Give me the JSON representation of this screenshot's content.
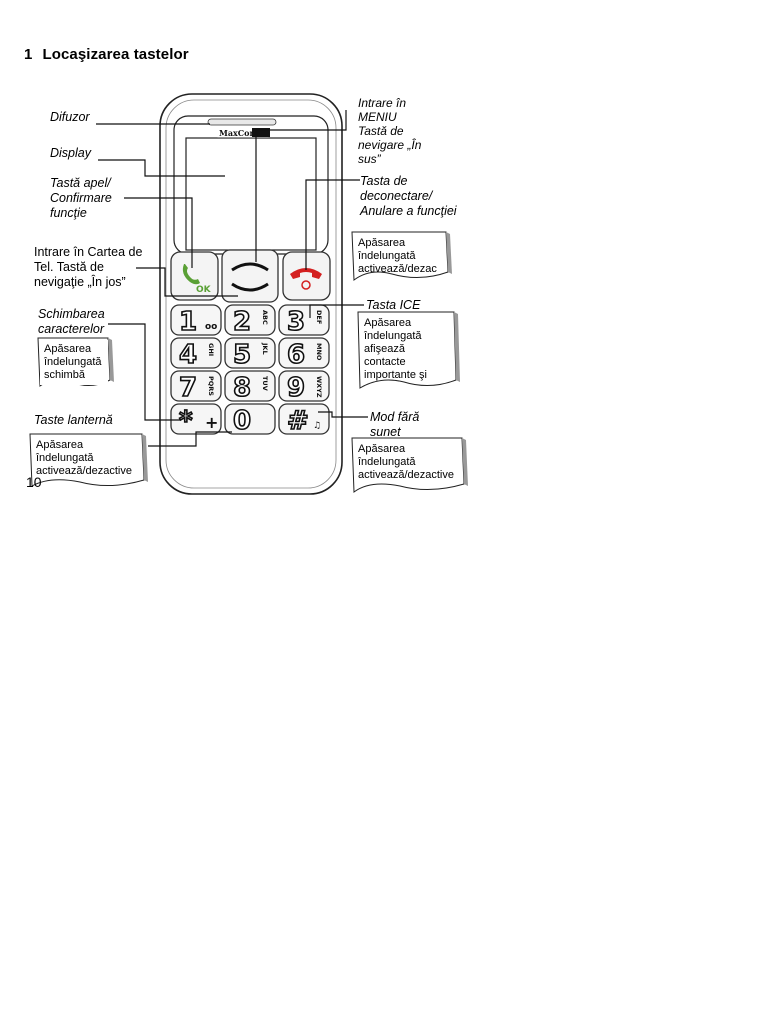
{
  "heading": {
    "number": "1",
    "title": "Locaşizarea tastelor"
  },
  "phone": {
    "brand": "MaxCom"
  },
  "labels": {
    "difuzor": "Difuzor",
    "display": "Display",
    "tasta_apel": "Tastă apel/\nConfirmare\nfuncţie",
    "cartea_tel": "Intrare în Cartea de\nTel. Tastă de\nnevigaţie „În jos”",
    "schimbarea": "Schimbarea\ncaracterelor",
    "lanterna": "Taste lanternă",
    "meniu": "Intrare în\nMENIU\nTastă de\nnevigare „În\nsus”",
    "deconectare": "Tasta de\ndeconectare/\nAnulare a funcţiei",
    "ice": "Tasta ICE",
    "fara_sunet": "Mod fără\nsunet"
  },
  "notes": {
    "schimba": "Apăsarea\nîndelungată\nschimbă",
    "lanterna": "Apăsarea\nîndelungată\nactivează/dezactive",
    "deconectare": "Apăsarea\nîndelungată\nactivează/dezac",
    "ice": "Apăsarea\nîndelungată\nafişează\ncontacte\nimportante şi",
    "fara_sunet": "Apăsarea\nîndelungată\nactivează/dezactive"
  },
  "keys": [
    {
      "digit": "1",
      "sub": "oo"
    },
    {
      "digit": "2",
      "sub": "ABC"
    },
    {
      "digit": "3",
      "sub": "DEF"
    },
    {
      "digit": "4",
      "sub": "GHI"
    },
    {
      "digit": "5",
      "sub": "JKL"
    },
    {
      "digit": "6",
      "sub": "MNO"
    },
    {
      "digit": "7",
      "sub": "PQRS"
    },
    {
      "digit": "8",
      "sub": "TUV"
    },
    {
      "digit": "9",
      "sub": "WXYZ"
    },
    {
      "digit": "*",
      "sub": "+"
    },
    {
      "digit": "0",
      "sub": ""
    },
    {
      "digit": "#",
      "sub": "♫"
    }
  ],
  "ok_label": "OK",
  "page_number": "10"
}
